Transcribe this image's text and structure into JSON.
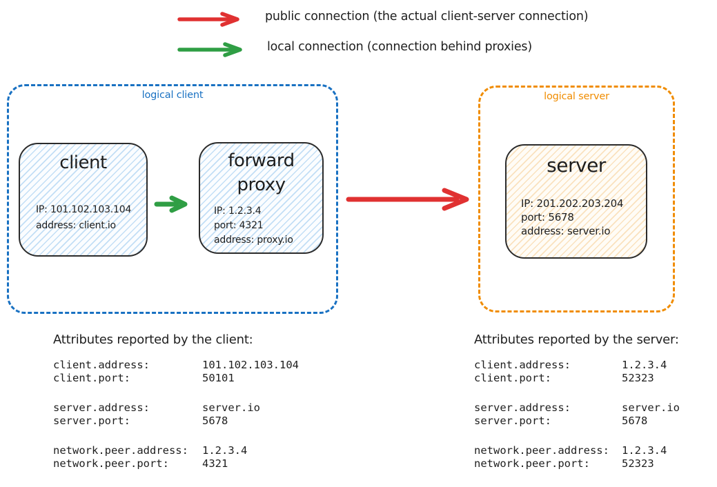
{
  "colors": {
    "public_red": "#e03131",
    "local_green": "#2f9e44",
    "logical_client_blue": "#1971c2",
    "logical_server_orange": "#f08c00",
    "ink": "#1e1e1e"
  },
  "legend": {
    "public": {
      "label": "public connection (the actual client-server connection)"
    },
    "local": {
      "label": "local connection (connection behind proxies)"
    }
  },
  "logical_client": {
    "label": "logical client",
    "client_node": {
      "title": "client",
      "lines": [
        "IP: 101.102.103.104",
        "address: client.io"
      ]
    },
    "proxy_node": {
      "title_lines": [
        "forward",
        "proxy"
      ],
      "lines": [
        "IP: 1.2.3.4",
        "port: 4321",
        "address: proxy.io"
      ]
    }
  },
  "logical_server": {
    "label": "logical server",
    "server_node": {
      "title": "server",
      "lines": [
        "IP: 201.202.203.204",
        "port: 5678",
        "address: server.io"
      ]
    }
  },
  "attributes_client": {
    "title": "Attributes reported by the client:",
    "groups": [
      [
        {
          "key": "client.address:",
          "value": "101.102.103.104"
        },
        {
          "key": "client.port:",
          "value": "50101"
        }
      ],
      [
        {
          "key": "server.address:",
          "value": "server.io"
        },
        {
          "key": "server.port:",
          "value": "5678"
        }
      ],
      [
        {
          "key": "network.peer.address:",
          "value": "1.2.3.4"
        },
        {
          "key": "network.peer.port:",
          "value": "4321"
        }
      ]
    ]
  },
  "attributes_server": {
    "title": "Attributes reported by the server:",
    "groups": [
      [
        {
          "key": "client.address:",
          "value": "1.2.3.4"
        },
        {
          "key": "client.port:",
          "value": "52323"
        }
      ],
      [
        {
          "key": "server.address:",
          "value": "server.io"
        },
        {
          "key": "server.port:",
          "value": "5678"
        }
      ],
      [
        {
          "key": "network.peer.address:",
          "value": "1.2.3.4"
        },
        {
          "key": "network.peer.port:",
          "value": "52323"
        }
      ]
    ]
  }
}
